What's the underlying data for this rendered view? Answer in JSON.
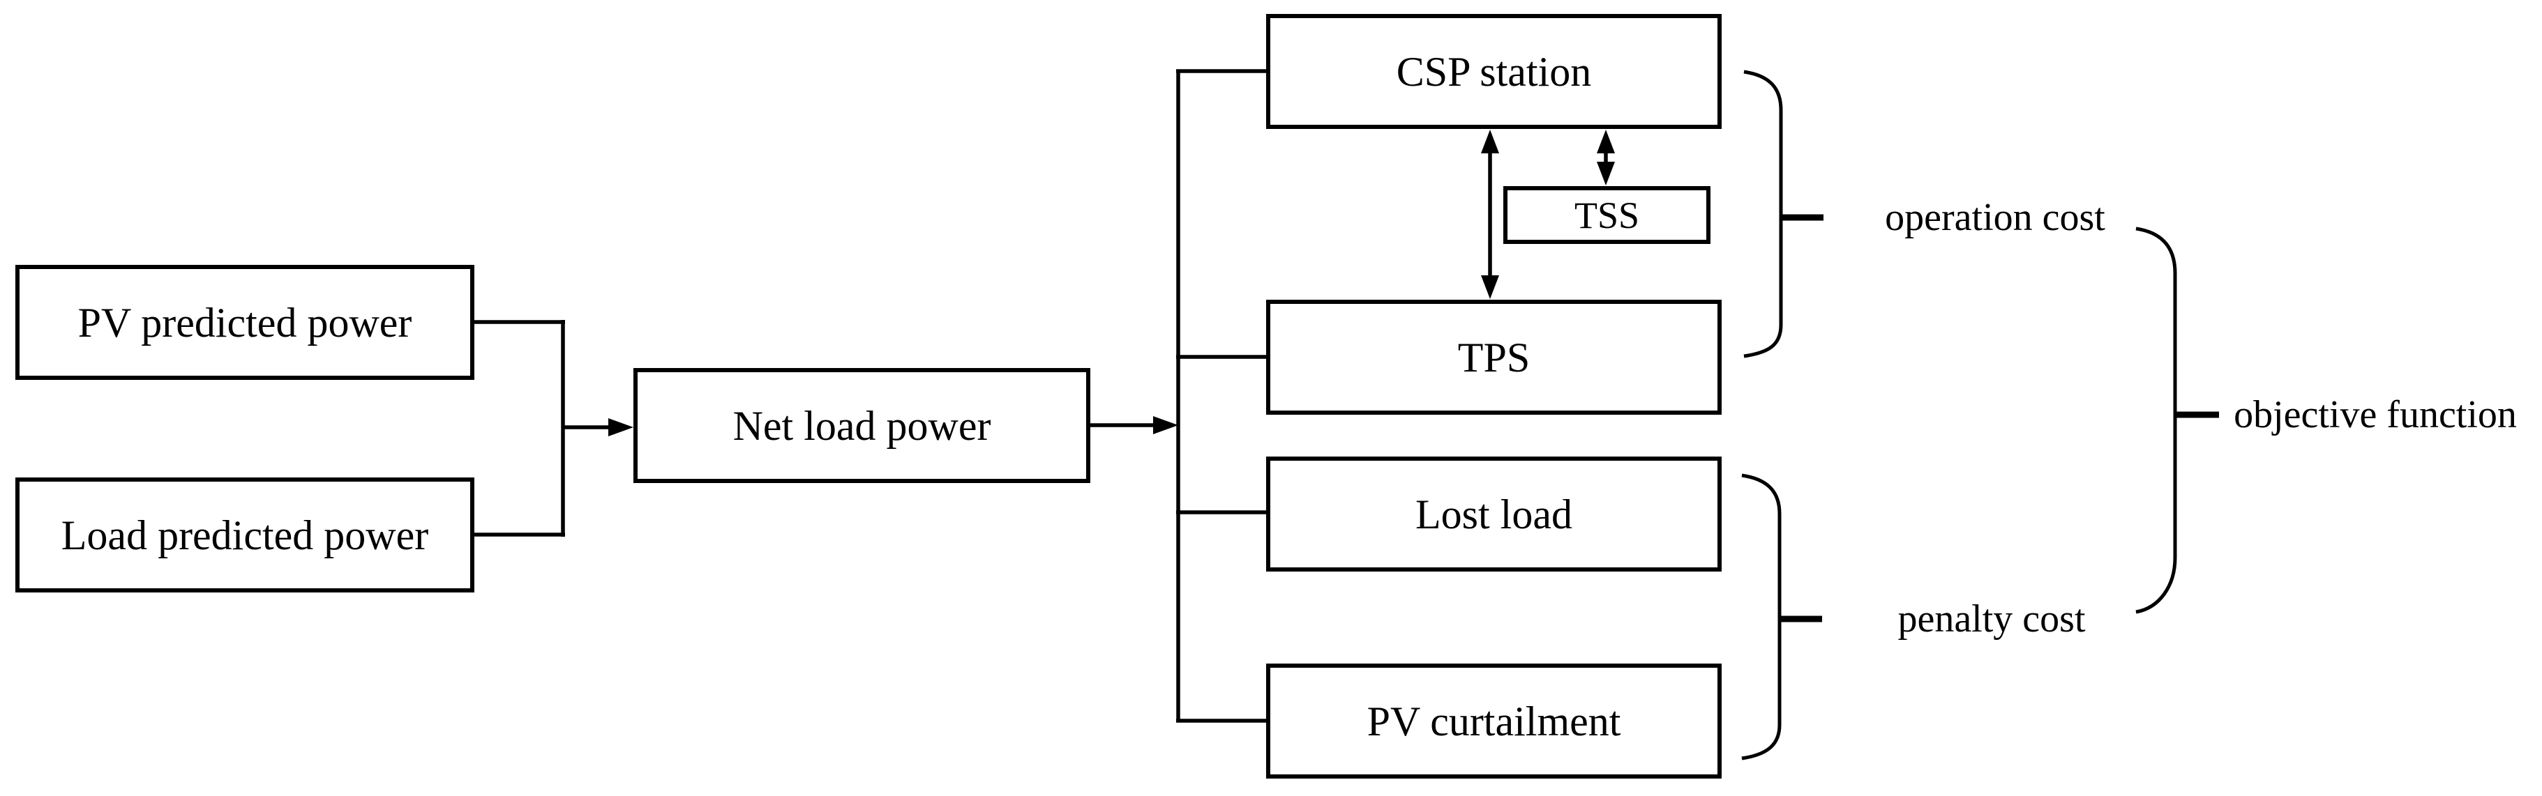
{
  "canvas": {
    "background": "#ffffff",
    "line_color": "#000000"
  },
  "boxes": {
    "pv_predicted": {
      "label": "PV predicted power"
    },
    "load_predicted": {
      "label": "Load predicted power"
    },
    "net_load": {
      "label": "Net load power"
    },
    "csp_station": {
      "label": "CSP station"
    },
    "tss": {
      "label": "TSS"
    },
    "tps": {
      "label": "TPS"
    },
    "lost_load": {
      "label": "Lost load"
    },
    "pv_curtailment": {
      "label": "PV curtailment"
    }
  },
  "labels": {
    "operation_cost": {
      "label": "operation cost"
    },
    "penalty_cost": {
      "label": "penalty cost"
    },
    "objective_function": {
      "label": "objective function"
    }
  },
  "edges": [
    {
      "from": "pv_predicted",
      "to": "net_load",
      "style": "arrow"
    },
    {
      "from": "load_predicted",
      "to": "net_load",
      "style": "arrow"
    },
    {
      "from": "net_load",
      "to": "csp_station",
      "style": "arrow-branch"
    },
    {
      "from": "net_load",
      "to": "tps",
      "style": "arrow-branch"
    },
    {
      "from": "net_load",
      "to": "lost_load",
      "style": "arrow-branch"
    },
    {
      "from": "net_load",
      "to": "pv_curtailment",
      "style": "arrow-branch"
    },
    {
      "from": "csp_station",
      "to": "tps",
      "style": "double-arrow"
    },
    {
      "from": "csp_station",
      "to": "tss",
      "style": "double-arrow"
    }
  ],
  "groupings": [
    {
      "label": "operation cost",
      "covers": [
        "csp_station",
        "tss",
        "tps"
      ]
    },
    {
      "label": "penalty cost",
      "covers": [
        "lost_load",
        "pv_curtailment"
      ]
    },
    {
      "label": "objective function",
      "covers": [
        "operation cost",
        "penalty cost"
      ]
    }
  ]
}
